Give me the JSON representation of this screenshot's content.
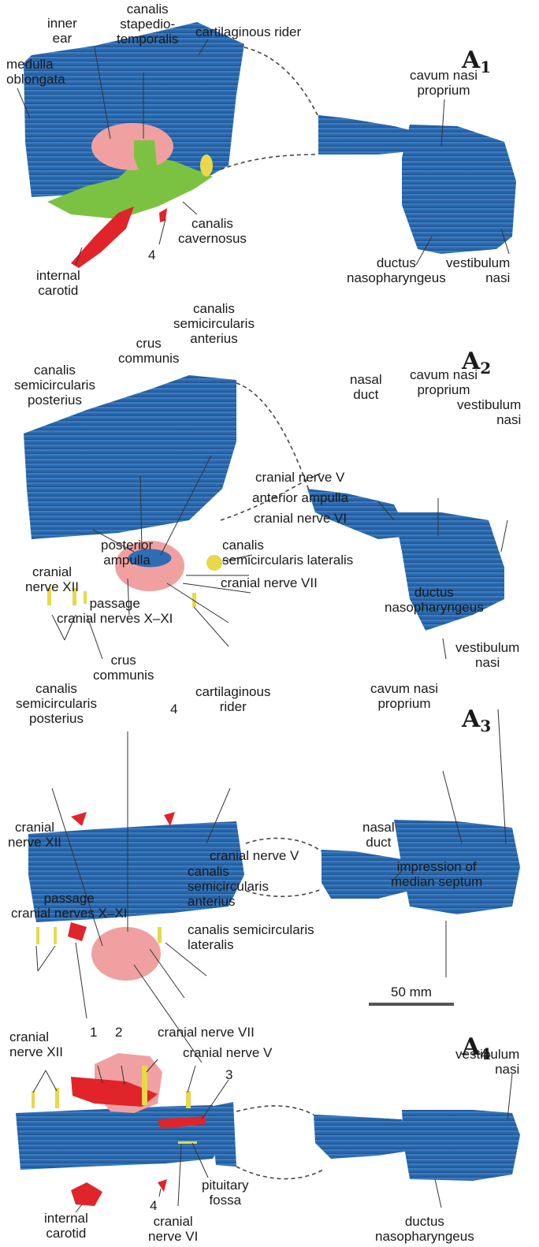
{
  "panels": [
    {
      "label_letter": "A",
      "label_index": "1",
      "labels": {
        "inner_ear": "inner\near",
        "canalis_stapediotemporalis": "canalis\nstapedio-\ntemporalis",
        "cartilaginous_rider": "cartilaginous rider",
        "medulla_oblongata": "medulla\noblongata",
        "cavum_nasi_proprium": "cavum nasi\nproprium",
        "canalis_cavernosus": "canalis\ncavernosus",
        "four": "4",
        "internal_carotid": "internal\ncarotid",
        "ductus_nasopharyngeus": "ductus\nnasopharyngeus",
        "vestibulum_nasi": "vestibulum\nnasi"
      }
    },
    {
      "label_letter": "A",
      "label_index": "2",
      "labels": {
        "canalis_semicircularis_anterius": "canalis\nsemicircularis\nanterius",
        "crus_communis": "crus\ncommunis",
        "canalis_semicircularis_posterius": "canalis\nsemicircularis\nposterius",
        "nasal_duct": "nasal\nduct",
        "cavum_nasi_proprium": "cavum nasi\nproprium",
        "vestibulum_nasi": "vestibulum\nnasi",
        "cranial_nerve_v": "cranial nerve V",
        "anterior_ampulla": "anterior ampulla",
        "cranial_nerve_vi": "cranial nerve VI",
        "posterior_ampulla": "posterior\nampulla",
        "canalis_semicircularis_lateralis": "canalis\nsemicircularis lateralis",
        "cranial_nerve_vii": "cranial nerve VII",
        "cranial_nerve_xii": "cranial\nnerve XII",
        "passage": "passage\ncranial nerves X–XI",
        "ductus_nasopharyngeus": "ductus\nnasopharyngeus"
      }
    },
    {
      "label_letter": "A",
      "label_index": "3",
      "labels": {
        "vestibulum_nasi": "vestibulum\nnasi",
        "crus_communis": "crus\ncommunis",
        "canalis_semicircularis_posterius": "canalis\nsemicircularis\nposterius",
        "cartilaginous_rider": "cartilaginous\nrider",
        "four": "4",
        "cavum_nasi_proprium": "cavum nasi\nproprium",
        "nasal_duct": "nasal\nduct",
        "cranial_nerve_xii": "cranial\nnerve XII",
        "cranial_nerve_v": "cranial nerve V",
        "impression": "impression of\nmedian septum",
        "canalis_semicircularis_anterius": "canalis\nsemicircularis\nanterius",
        "passage": "passage\ncranial nerves X–XI",
        "canalis_semicircularis_lateralis": "canalis semicircularis\nlateralis"
      }
    },
    {
      "label_letter": "A",
      "label_index": "4",
      "labels": {
        "cranial_nerve_xii": "cranial\nnerve XII",
        "one": "1",
        "two": "2",
        "cranial_nerve_vii": "cranial nerve VII",
        "cranial_nerve_v": "cranial nerve V",
        "vestibulum_nasi": "vestibulum\nnasi",
        "three": "3",
        "pituitary_fossa": "pituitary\nfossa",
        "internal_carotid": "internal\ncarotid",
        "four": "4",
        "cranial_nerve_vi": "cranial\nnerve VI",
        "ductus_nasopharyngeus": "ductus\nnasopharyngeus"
      }
    }
  ],
  "scale_bar": "50 mm",
  "colors": {
    "endocast": "#2e6db4",
    "endocast_dark": "#1d4f8c",
    "inner_ear": "#f0a0a0",
    "canal_green": "#7cc242",
    "nerve_yellow": "#e8d84a",
    "artery_red": "#e0242a"
  }
}
